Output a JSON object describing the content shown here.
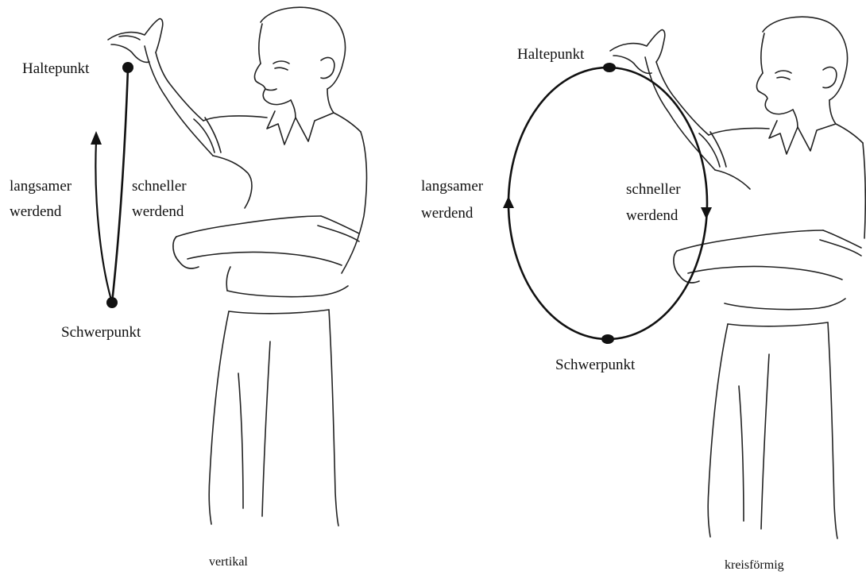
{
  "panels": [
    {
      "caption": "vertikal",
      "labels": {
        "top": "Haltepunkt",
        "bottom": "Schwerpunkt",
        "left_1": "langsamer",
        "left_2": "werdend",
        "right_1": "schneller",
        "right_2": "werdend"
      }
    },
    {
      "caption": "kreisförmig",
      "labels": {
        "top": "Haltepunkt",
        "bottom": "Schwerpunkt",
        "left_1": "langsamer",
        "left_2": "werdend",
        "right_1": "schneller",
        "right_2": "werdend"
      }
    }
  ]
}
